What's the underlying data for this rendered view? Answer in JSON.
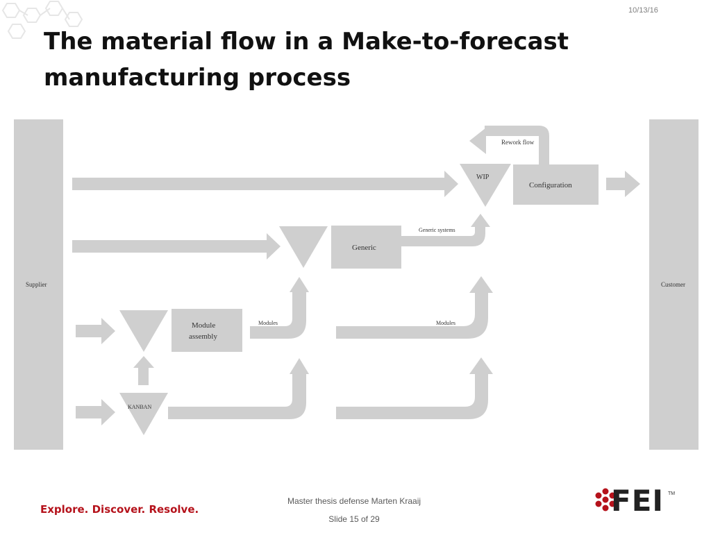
{
  "slide": {
    "date": "10/13/16",
    "title_line1": "The material flow in a Make-to-forecast",
    "title_line2": "manufacturing process"
  },
  "diagram": {
    "supplier": "Supplier",
    "customer": "Customer",
    "rework_flow": "Rework flow",
    "wip": "WIP",
    "configuration": "Configuration",
    "generic_systems": "Generic systems",
    "generic": "Generic",
    "module_line1": "Module",
    "module_line2": "assembly",
    "modules_left": "Modules",
    "modules_right": "Modules",
    "kanban": "KANBAN"
  },
  "footer": {
    "presenter": "Master thesis defense Marten Kraaij",
    "slide_number": "Slide 15 of 29",
    "tagline": "Explore. Discover. Resolve.",
    "logo_text": "FEI",
    "trademark": "TM"
  },
  "colors": {
    "diagram_gray": "#cfcfcf",
    "tagline_red": "#b5121b",
    "logo_red": "#b5121b"
  }
}
